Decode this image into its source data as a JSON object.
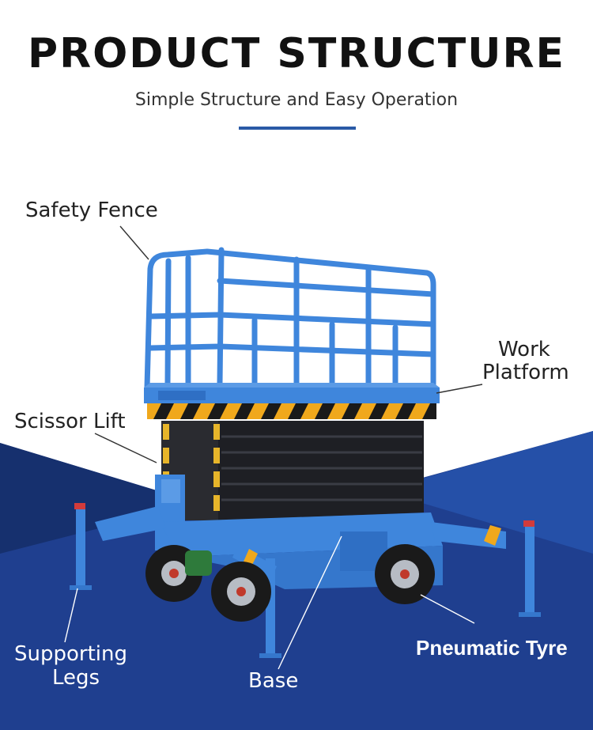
{
  "header": {
    "title": "PRODUCT STRUCTURE",
    "subtitle": "Simple Structure and Easy Operation"
  },
  "labels": {
    "safety_fence": "Safety Fence",
    "work_platform_line1": "Work",
    "work_platform_line2": "Platform",
    "scissor_lift": "Scissor Lift",
    "supporting_legs_line1": "Supporting",
    "supporting_legs_line2": "Legs",
    "base": "Base",
    "pneumatic_tyre": "Pneumatic Tyre"
  },
  "colors": {
    "accent_blue": "#2a5aa6",
    "background_dark_blue": "#1f3f8f",
    "machine_blue": "#3f86dc",
    "hazard_yellow": "#f0a81c"
  }
}
